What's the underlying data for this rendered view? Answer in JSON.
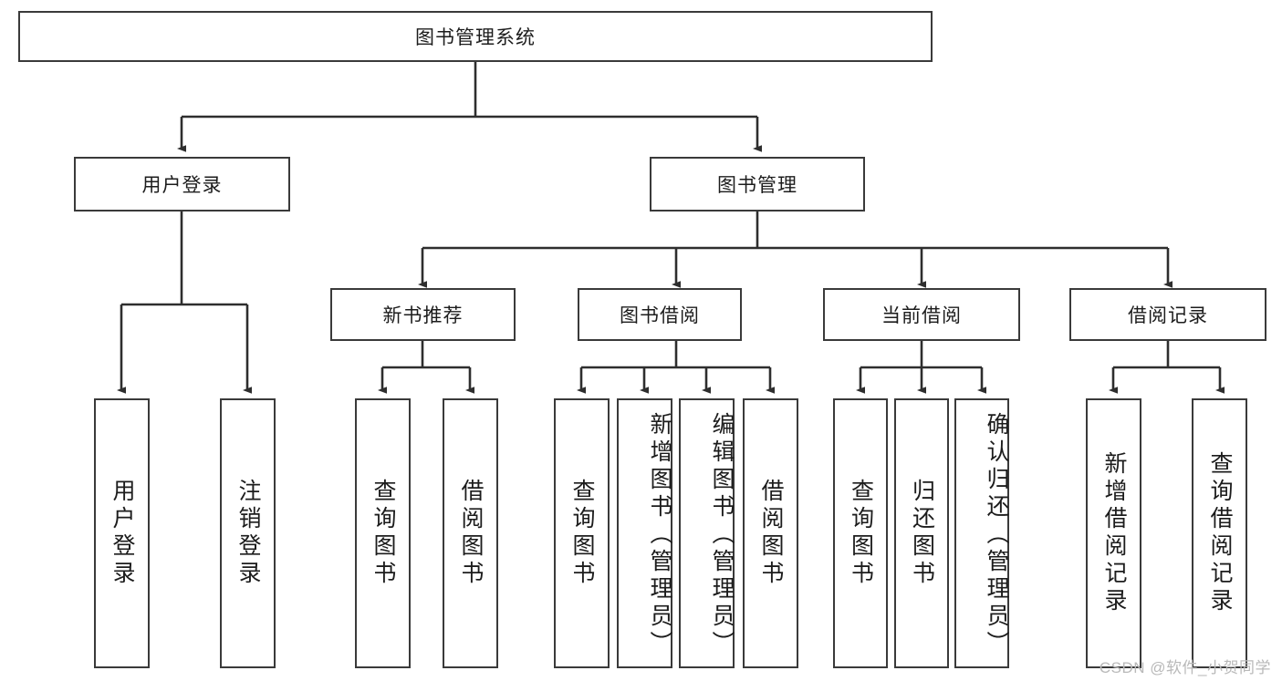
{
  "diagram": {
    "title": "图书管理系统",
    "type": "tree-hierarchy-chart",
    "root": {
      "id": "root",
      "label": "图书管理系统",
      "orientation": "horizontal"
    },
    "level1": [
      {
        "id": "user-login",
        "label": "用户登录",
        "orientation": "horizontal"
      },
      {
        "id": "book-management",
        "label": "图书管理",
        "orientation": "horizontal"
      }
    ],
    "level2": [
      {
        "id": "new-book-recommend",
        "label": "新书推荐",
        "parent": "book-management",
        "orientation": "horizontal"
      },
      {
        "id": "book-borrow",
        "label": "图书借阅",
        "parent": "book-management",
        "orientation": "horizontal"
      },
      {
        "id": "current-borrow",
        "label": "当前借阅",
        "parent": "book-management",
        "orientation": "horizontal"
      },
      {
        "id": "borrow-record",
        "label": "借阅记录",
        "parent": "book-management",
        "orientation": "horizontal"
      }
    ],
    "leaves": [
      {
        "id": "leaf-user-login",
        "label": "用户登录",
        "parent": "user-login",
        "orientation": "vertical"
      },
      {
        "id": "leaf-user-logout",
        "label": "注销登录",
        "parent": "user-login",
        "orientation": "vertical"
      },
      {
        "id": "leaf-query-book-1",
        "label": "查询图书",
        "parent": "new-book-recommend",
        "orientation": "vertical"
      },
      {
        "id": "leaf-borrow-book-1",
        "label": "借阅图书",
        "parent": "new-book-recommend",
        "orientation": "vertical"
      },
      {
        "id": "leaf-query-book-2",
        "label": "查询图书",
        "parent": "book-borrow",
        "orientation": "vertical"
      },
      {
        "id": "leaf-add-book",
        "label": "新增图书（管理员）",
        "parent": "book-borrow",
        "orientation": "vertical"
      },
      {
        "id": "leaf-edit-book",
        "label": "编辑图书（管理员）",
        "parent": "book-borrow",
        "orientation": "vertical"
      },
      {
        "id": "leaf-borrow-book-2",
        "label": "借阅图书",
        "parent": "book-borrow",
        "orientation": "vertical"
      },
      {
        "id": "leaf-query-book-3",
        "label": "查询图书",
        "parent": "current-borrow",
        "orientation": "vertical"
      },
      {
        "id": "leaf-return-book",
        "label": "归还图书",
        "parent": "current-borrow",
        "orientation": "vertical"
      },
      {
        "id": "leaf-confirm-return",
        "label": "确认归还（管理员）",
        "parent": "current-borrow",
        "orientation": "vertical"
      },
      {
        "id": "leaf-add-record",
        "label": "新增借阅记录",
        "parent": "borrow-record",
        "orientation": "vertical"
      },
      {
        "id": "leaf-query-record",
        "label": "查询借阅记录",
        "parent": "borrow-record",
        "orientation": "vertical"
      }
    ],
    "watermark": "CSDN @软件_小贺同学",
    "colors": {
      "border": "#3a3a3a",
      "text": "#1c1c1c",
      "background": "#ffffff",
      "watermark": "#b9b9b9"
    }
  }
}
